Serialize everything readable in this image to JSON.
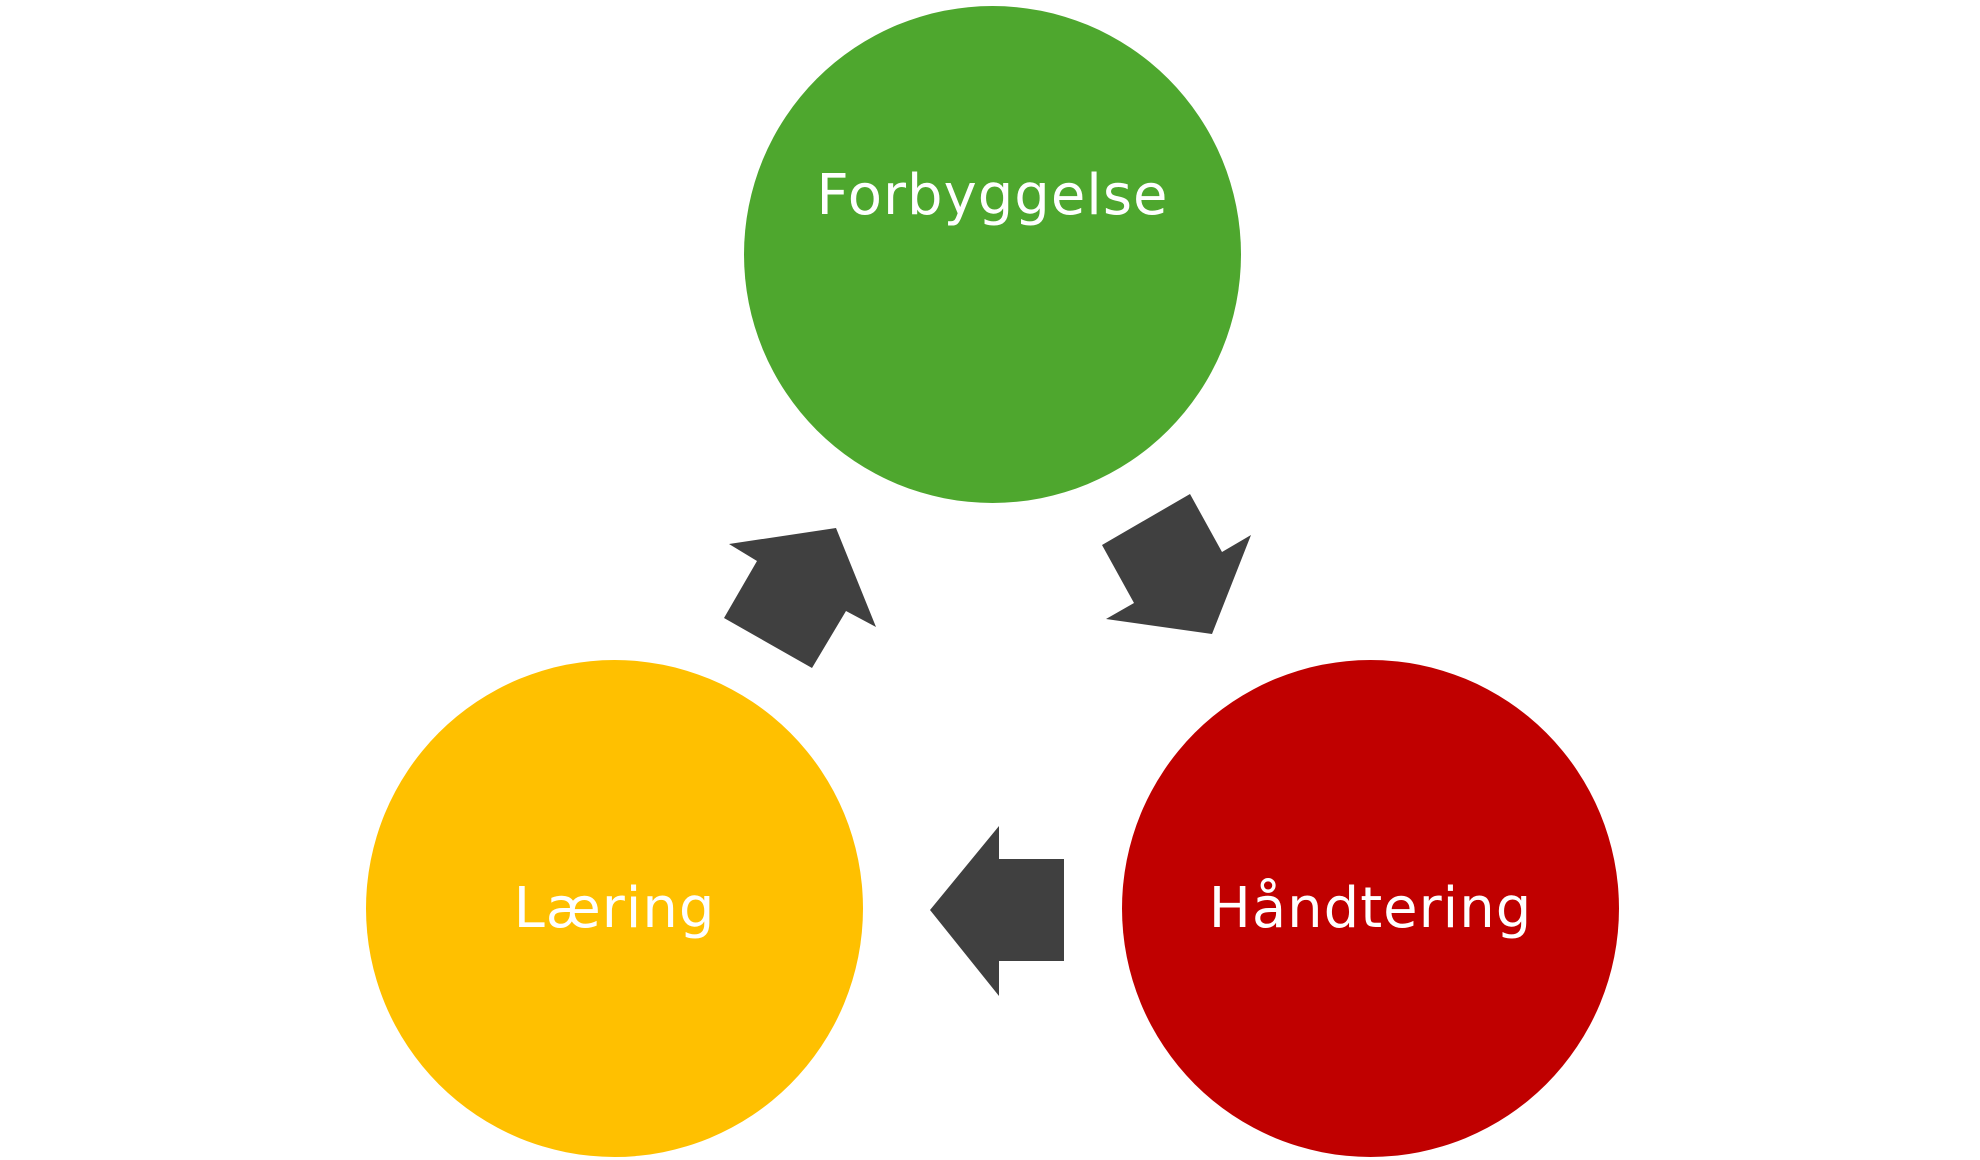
{
  "diagram": {
    "nodes": [
      {
        "id": "top",
        "label": "Forbyggelse",
        "color": "#4EA72E"
      },
      {
        "id": "right",
        "label": "Håndtering",
        "color": "#C00000"
      },
      {
        "id": "left",
        "label": "Læring",
        "color": "#FFC000"
      }
    ],
    "arrow_color": "#404040",
    "flow": [
      "top",
      "right",
      "left",
      "top"
    ]
  }
}
